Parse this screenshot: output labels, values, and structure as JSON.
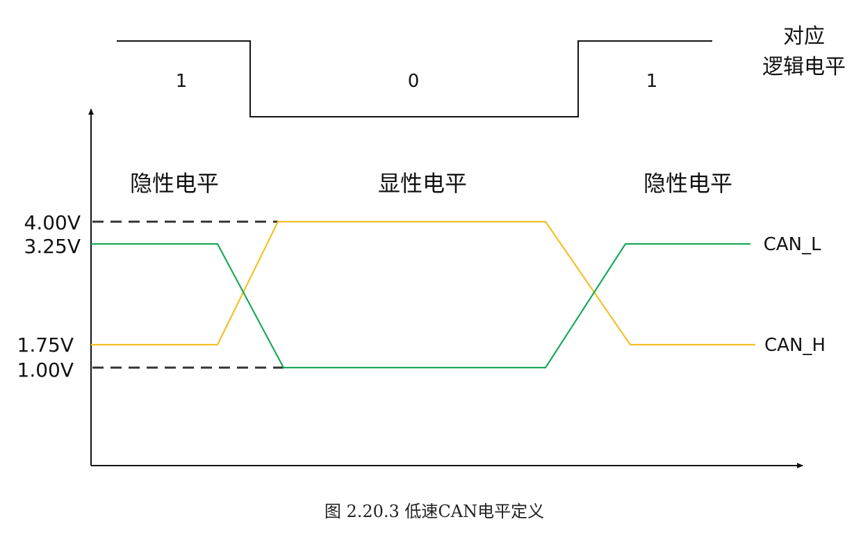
{
  "logic": {
    "title_line1": "对应",
    "title_line2": "逻辑电平",
    "bits": [
      "1",
      "0",
      "1"
    ]
  },
  "states": [
    "隐性电平",
    "显性电平",
    "隐性电平"
  ],
  "voltages": {
    "v400": "4.00V",
    "v325": "3.25V",
    "v175": "1.75V",
    "v100": "1.00V"
  },
  "signals": {
    "can_l": "CAN_L",
    "can_h": "CAN_H"
  },
  "colors": {
    "can_l_line": "#19a857",
    "can_h_line": "#f5c024",
    "axis": "#111111",
    "dash": "#333333"
  },
  "caption": "图 2.20.3 低速CAN电平定义"
}
